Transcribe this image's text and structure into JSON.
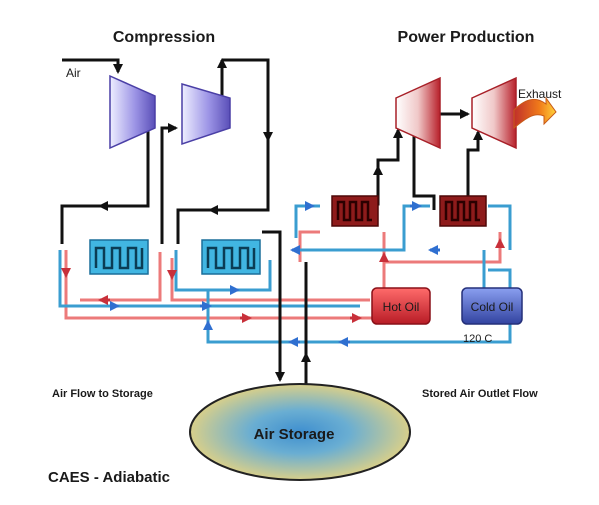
{
  "titles": {
    "compression": "Compression",
    "power_production": "Power Production",
    "main_caption": "CAES - Adiabatic"
  },
  "labels": {
    "air_in": "Air",
    "exhaust": "Exhaust",
    "hot_oil": "Hot Oil",
    "cold_oil": "Cold Oil",
    "temperature": "120 C",
    "air_storage": "Air Storage",
    "flow_to_storage": "Air Flow to Storage",
    "outlet_flow": "Stored Air Outlet Flow"
  },
  "colors": {
    "compressor": "#6a5fc4",
    "turbine": "#c8303a",
    "hot_line": "#e86a6a",
    "cold_line": "#3a9dd0",
    "air_line": "#111111",
    "cold_exchanger": "#3fb3e0",
    "hot_exchanger": "#8e1b1b",
    "hot_oil_tank": "#d62a34",
    "cold_oil_tank": "#4a5fb8",
    "storage_center": "#3f8fcf",
    "storage_edge": "#d8cf8a",
    "arrow_blue": "#2f6fd0",
    "exhaust_flame": "#f07a1a"
  }
}
